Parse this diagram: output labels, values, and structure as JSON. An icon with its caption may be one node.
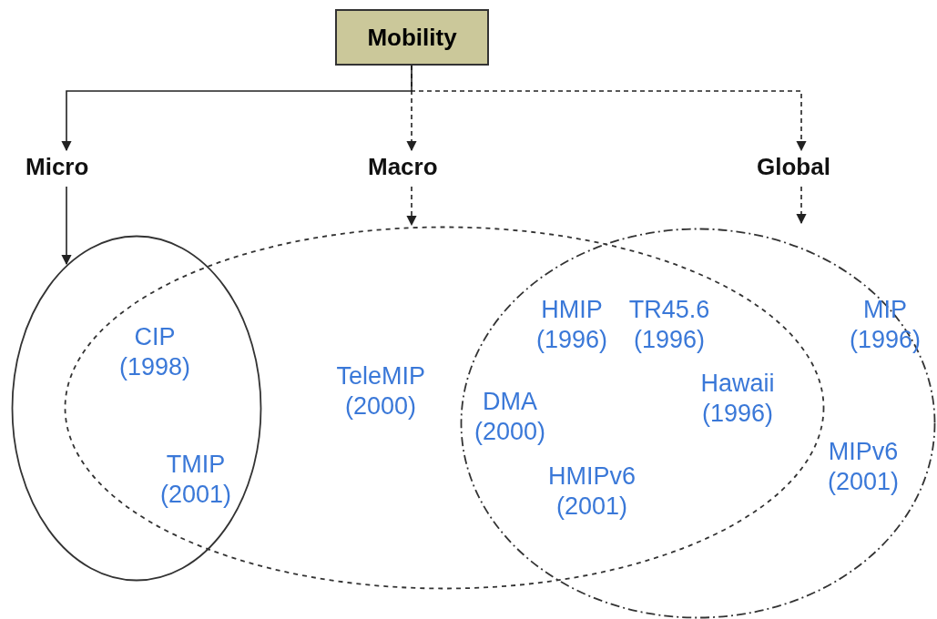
{
  "diagram": {
    "nodes": [
      {
        "text": [
          "Mobility"
        ]
      },
      {
        "text": [
          "Micro"
        ]
      },
      {
        "text": [
          "Macro"
        ]
      },
      {
        "text": [
          "Global"
        ]
      },
      {
        "text": [],
        "shape": "ellipse"
      },
      {
        "text": [],
        "shape": "ellipse"
      },
      {
        "text": [],
        "shape": "ellipse"
      }
    ],
    "edges": [
      {
        "from": 0,
        "to": 1,
        "arrow": "to"
      },
      {
        "from": 0,
        "to": 2,
        "arrow": "to",
        "style": "dashed"
      },
      {
        "from": 0,
        "to": 3,
        "arrow": "to",
        "style": "dashed"
      },
      {
        "from": 1,
        "to": 4,
        "arrow": "to"
      },
      {
        "from": 2,
        "to": 5,
        "arrow": "to",
        "style": "dashed"
      },
      {
        "from": 3,
        "to": 6,
        "arrow": "to",
        "style": "dashed"
      }
    ],
    "labels": [
      "HMIP (1996)",
      "TR45.6 (1996)",
      "MIP (1996)",
      "CIP (1998)",
      "TeleMIP (2000)",
      "DMA (2000)",
      "Hawaii (1996)",
      "TMIP (2001)",
      "MIPv6 (2001)",
      "HMIPv6 (2001)"
    ]
  }
}
